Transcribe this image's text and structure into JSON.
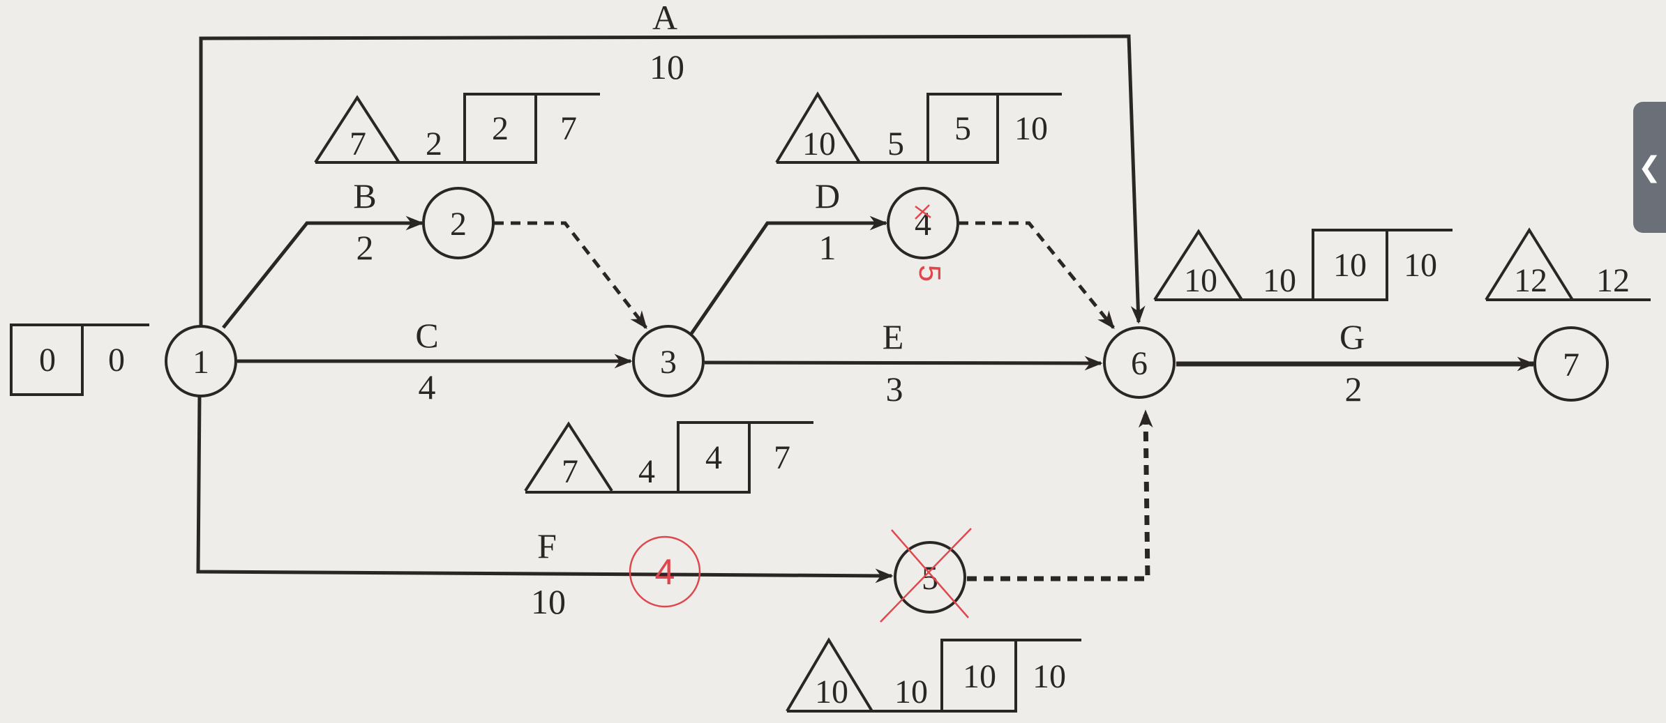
{
  "colors": {
    "ink": "#2a2624",
    "paper": "#eeede9",
    "red_mark": "#e0474c",
    "side_tab": "#6b7078"
  },
  "nodes": [
    {
      "id": "1",
      "label": "1"
    },
    {
      "id": "2",
      "label": "2"
    },
    {
      "id": "3",
      "label": "3"
    },
    {
      "id": "4",
      "label": "4"
    },
    {
      "id": "5",
      "label": "5"
    },
    {
      "id": "6",
      "label": "6"
    },
    {
      "id": "7",
      "label": "7"
    }
  ],
  "activities": {
    "A": {
      "name": "A",
      "duration": "10"
    },
    "B": {
      "name": "B",
      "duration": "2"
    },
    "C": {
      "name": "C",
      "duration": "4"
    },
    "D": {
      "name": "D",
      "duration": "1"
    },
    "E": {
      "name": "E",
      "duration": "3"
    },
    "F": {
      "name": "F",
      "duration": "10"
    },
    "G": {
      "name": "G",
      "duration": "2"
    }
  },
  "time_params": {
    "node1": {
      "box": "0",
      "right": "0"
    },
    "node2": {
      "tri": "7",
      "mid": "2",
      "box": "2",
      "right": "7"
    },
    "node3": {
      "tri": "7",
      "mid": "4",
      "box": "4",
      "right": "7"
    },
    "node4": {
      "tri": "10",
      "mid": "5",
      "box": "5",
      "right": "10"
    },
    "node5": {
      "tri": "10",
      "mid": "10",
      "box": "10",
      "right": "10"
    },
    "node6": {
      "tri": "10",
      "mid": "10",
      "box": "10",
      "right": "10"
    },
    "node7": {
      "tri": "12",
      "right": "12"
    }
  },
  "annotations": {
    "red_near_4": "5",
    "red_circle_on_F": "4"
  },
  "ui": {
    "side_tab_icon": "chevron-left-icon",
    "side_tab_glyph": "❮"
  }
}
